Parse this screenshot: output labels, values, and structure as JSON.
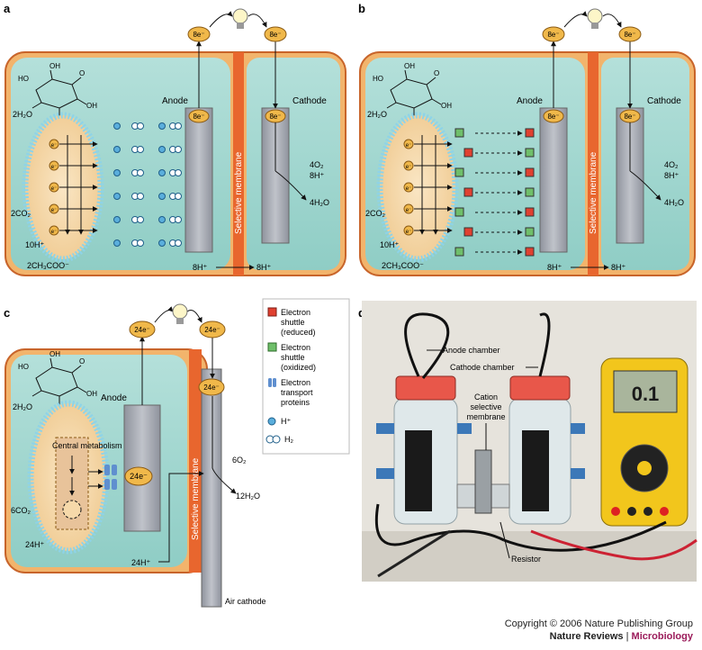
{
  "panels": {
    "a": {
      "letter": "a",
      "labels": {
        "anode": "Anode",
        "cathode": "Cathode",
        "membrane": "Selective membrane"
      },
      "electrons": {
        "flow_left": "8e⁻",
        "flow_right": "8e⁻",
        "anode_e": "8e⁻",
        "cathode_e": "8e⁻"
      },
      "cell": {
        "water": "2H₂O",
        "co2": "2CO₂",
        "protons": "10H⁺",
        "acetate": "2CH₃COO⁻",
        "e_label": "e⁻"
      },
      "chem": {
        "o2": "4O₂",
        "h_plus": "8H⁺",
        "h2o": "4H₂O",
        "h_left": "8H⁺",
        "h_right": "8H⁺"
      }
    },
    "b": {
      "letter": "b",
      "labels": {
        "anode": "Anode",
        "cathode": "Cathode",
        "membrane": "Selective membrane"
      },
      "electrons": {
        "flow_left": "8e⁻",
        "flow_right": "8e⁻",
        "anode_e": "8e⁻",
        "cathode_e": "8e⁻"
      },
      "cell": {
        "water": "2H₂O",
        "co2": "2CO₂",
        "protons": "10H⁺",
        "acetate": "2CH₃COO⁻",
        "e_label": "e⁻"
      },
      "chem": {
        "o2": "4O₂",
        "h_plus": "8H⁺",
        "h2o": "4H₂O",
        "h_left": "8H⁺",
        "h_right": "8H⁺"
      }
    },
    "c": {
      "letter": "c",
      "labels": {
        "anode": "Anode",
        "membrane": "Selective membrane",
        "central": "Central metabolism",
        "air_cathode": "Air cathode"
      },
      "electrons": {
        "flow_left": "24e⁻",
        "flow_right": "24e⁻",
        "anode_e": "24e⁻",
        "cathode_e": "24e⁻"
      },
      "cell": {
        "water": "2H₂O",
        "co2": "6CO₂",
        "protons": "24H⁺",
        "h_bottom": "24H⁺"
      },
      "chem": {
        "o2": "6O₂",
        "h2o": "12H₂O"
      }
    },
    "d": {
      "letter": "d",
      "labels": {
        "anode_chamber": "Anode chamber",
        "cathode_chamber": "Cathode chamber",
        "cation_membrane": "Cation selective membrane",
        "resistor": "Resistor"
      },
      "meter_reading": "0.1"
    }
  },
  "legend": {
    "items": [
      {
        "label": "Electron shuttle (reduced)",
        "color": "#e04030"
      },
      {
        "label": "Electron shuttle (oxidized)",
        "color": "#6fbf6a"
      },
      {
        "label": "Electron transport proteins",
        "color": "#5f8fcf"
      },
      {
        "label": "H⁺",
        "icon": "h-plus-icon"
      },
      {
        "label": "H₂",
        "icon": "h2-icon"
      }
    ]
  },
  "colors": {
    "chamber": "#a6d8d2",
    "frame": "#f2b46c",
    "frame_border": "#c8642a",
    "membrane": "#e8662e",
    "cell_body": "#f6d9aa",
    "cell_wall": "#8ed3e8",
    "electrode": "#a4a7b0",
    "electron": "#f0b84a"
  },
  "footer": {
    "copyright": "Copyright © 2006 Nature Publishing Group",
    "brand": "Nature Reviews",
    "separator": " | ",
    "sub": "Microbiology"
  }
}
